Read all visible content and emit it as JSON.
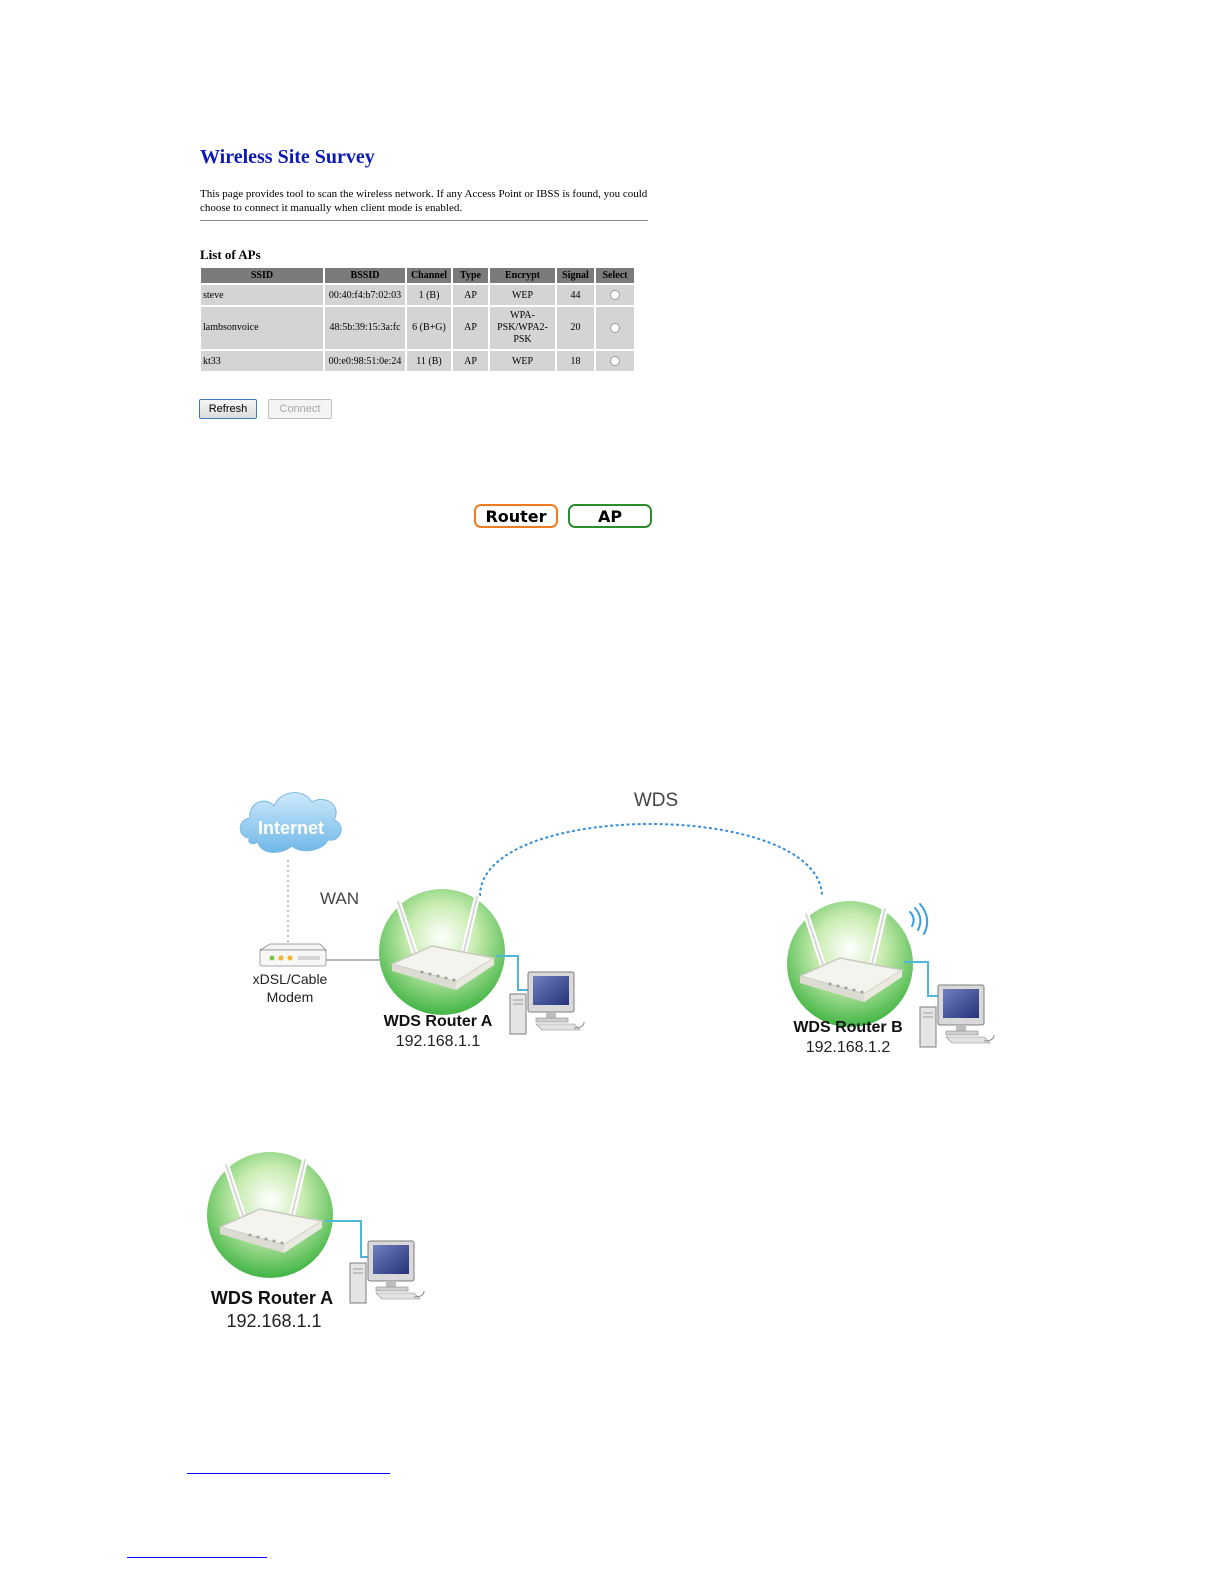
{
  "site_survey": {
    "title": "Wireless Site Survey",
    "description": "This page provides tool to scan the wireless network. If any Access Point or IBSS is found, you could choose to connect it manually when client mode is enabled.",
    "list_header": "List of APs",
    "columns": [
      "SSID",
      "BSSID",
      "Channel",
      "Type",
      "Encrypt",
      "Signal",
      "Select"
    ],
    "rows": [
      {
        "ssid": "steve",
        "bssid": "00:40:f4:b7:02:03",
        "channel": "1 (B)",
        "type": "AP",
        "encrypt": "WEP",
        "signal": "44"
      },
      {
        "ssid": "lambsonvoice",
        "bssid": "48:5b:39:15:3a:fc",
        "channel": "6 (B+G)",
        "type": "AP",
        "encrypt": "WPA-PSK/WPA2-PSK",
        "signal": "20"
      },
      {
        "ssid": "kt33",
        "bssid": "00:e0:98:51:0e:24",
        "channel": "11 (B)",
        "type": "AP",
        "encrypt": "WEP",
        "signal": "18"
      }
    ],
    "buttons": {
      "refresh": "Refresh",
      "connect": "Connect"
    }
  },
  "badges": {
    "router": "Router",
    "ap": "AP"
  },
  "wds_diagram": {
    "internet_label": "Internet",
    "wds_label": "WDS",
    "wan_label": "WAN",
    "modem_label_line1": "xDSL/Cable",
    "modem_label_line2": "Modem",
    "router_a_name": "WDS Router A",
    "router_a_ip": "192.168.1.1",
    "router_b_name": "WDS Router B",
    "router_b_ip": "192.168.1.2"
  },
  "router_a_diagram": {
    "name": "WDS Router A",
    "ip": "192.168.1.1"
  },
  "colors": {
    "title_blue": "#0b19b8",
    "router_orange": "#f07a22",
    "ap_green": "#2e8c2e",
    "link_blue": "#3a8fd6",
    "cloud_blue": "#8ec9ef"
  }
}
